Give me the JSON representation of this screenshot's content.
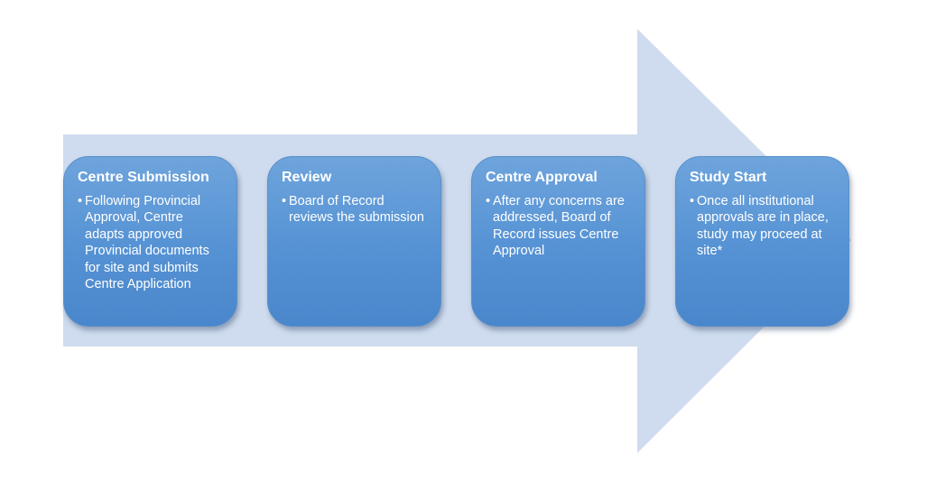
{
  "diagram": {
    "arrow_color": "#cfdcef",
    "box_color": "#5592d4",
    "steps": [
      {
        "title": "Centre Submission",
        "description": "Following Provincial Approval, Centre adapts approved Provincial documents for site and submits Centre Application"
      },
      {
        "title": "Review",
        "description": "Board of Record reviews the submission"
      },
      {
        "title": "Centre Approval",
        "description": "After any concerns are addressed, Board of Record issues Centre Approval"
      },
      {
        "title": "Study Start",
        "description": "Once all institutional approvals are in place, study may proceed at site*"
      }
    ]
  }
}
